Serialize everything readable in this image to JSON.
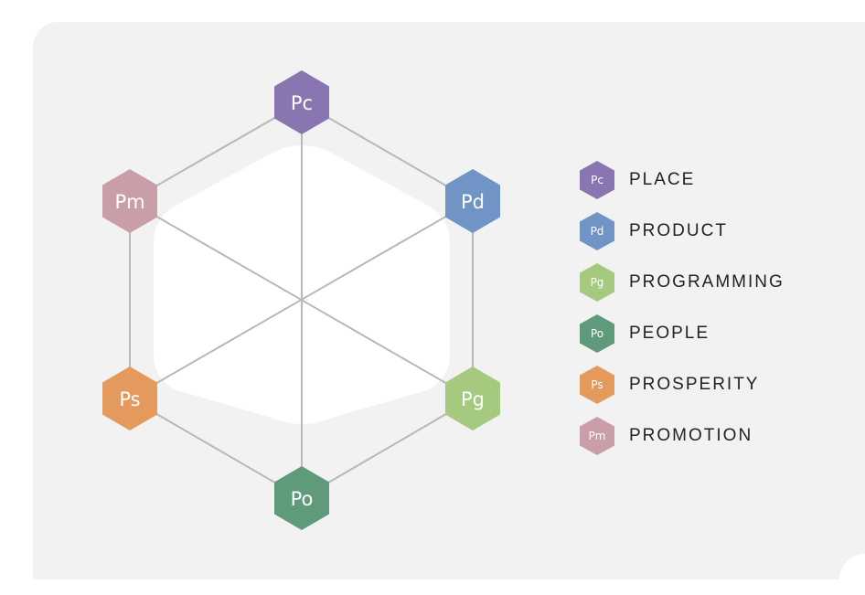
{
  "nodes": [
    {
      "id": "pc",
      "abbr": "Pc",
      "color": "#8976b0"
    },
    {
      "id": "pd",
      "abbr": "Pd",
      "color": "#7194c6"
    },
    {
      "id": "pg",
      "abbr": "Pg",
      "color": "#a5c97f"
    },
    {
      "id": "po",
      "abbr": "Po",
      "color": "#5f9a7a"
    },
    {
      "id": "ps",
      "abbr": "Ps",
      "color": "#e49a5c"
    },
    {
      "id": "pm",
      "abbr": "Pm",
      "color": "#c99ea8"
    }
  ],
  "legend": {
    "items": [
      {
        "abbr": "Pc",
        "label": "PLACE",
        "color": "#8976b0"
      },
      {
        "abbr": "Pd",
        "label": "PRODUCT",
        "color": "#7194c6"
      },
      {
        "abbr": "Pg",
        "label": "PROGRAMMING",
        "color": "#a5c97f"
      },
      {
        "abbr": "Po",
        "label": "PEOPLE",
        "color": "#5f9a7a"
      },
      {
        "abbr": "Ps",
        "label": "PROSPERITY",
        "color": "#e49a5c"
      },
      {
        "abbr": "Pm",
        "label": "PROMOTION",
        "color": "#c99ea8"
      }
    ]
  },
  "colors": {
    "background": "#f2f2f2",
    "inner_shape": "#ffffff",
    "lines": "#b8b8b8"
  }
}
